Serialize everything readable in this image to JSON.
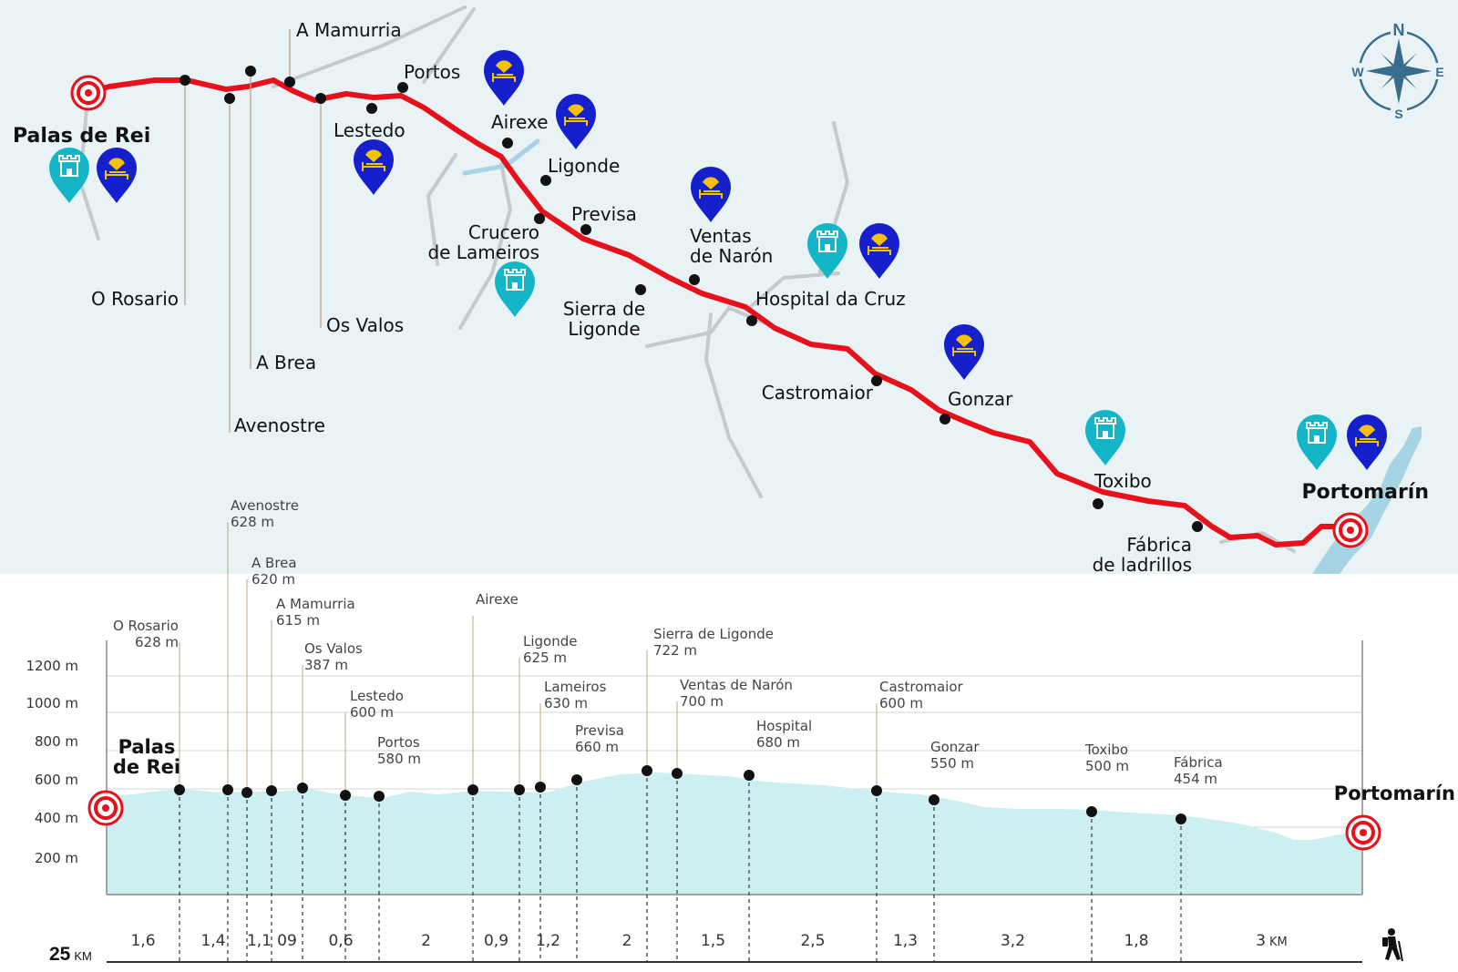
{
  "map": {
    "start": "Palas de Rei",
    "end": "Portomarín",
    "compass": {
      "n": "N",
      "e": "E",
      "s": "S",
      "w": "W"
    },
    "places": [
      {
        "id": "o-rosario",
        "label": "O Rosario"
      },
      {
        "id": "avenostre",
        "label": "Avenostre"
      },
      {
        "id": "a-brea",
        "label": "A Brea"
      },
      {
        "id": "a-mamurria",
        "label": "A Mamurria"
      },
      {
        "id": "os-valos",
        "label": "Os Valos"
      },
      {
        "id": "lestedo",
        "label": "Lestedo"
      },
      {
        "id": "portos",
        "label": "Portos"
      },
      {
        "id": "airexe",
        "label": "Airexe"
      },
      {
        "id": "ligonde",
        "label": "Ligonde"
      },
      {
        "id": "crucero",
        "label": "Crucero de Lameiros"
      },
      {
        "id": "previsa",
        "label": "Previsa"
      },
      {
        "id": "sierra",
        "label": "Sierra de Ligonde"
      },
      {
        "id": "ventas",
        "label": "Ventas de Narón"
      },
      {
        "id": "hospital",
        "label": "Hospital da Cruz"
      },
      {
        "id": "castromaior",
        "label": "Castromaior"
      },
      {
        "id": "gonzar",
        "label": "Gonzar"
      },
      {
        "id": "toxibo",
        "label": "Toxibo"
      },
      {
        "id": "fabrica",
        "label": "Fábrica de ladrillos"
      }
    ],
    "pins": [
      {
        "kind": "monument-icon"
      },
      {
        "kind": "albergue-icon"
      },
      {
        "kind": "albergue-icon"
      },
      {
        "kind": "albergue-icon"
      },
      {
        "kind": "albergue-icon"
      },
      {
        "kind": "monument-icon"
      },
      {
        "kind": "albergue-icon"
      },
      {
        "kind": "monument-icon"
      },
      {
        "kind": "albergue-icon"
      },
      {
        "kind": "albergue-icon"
      },
      {
        "kind": "monument-icon"
      },
      {
        "kind": "monument-icon"
      },
      {
        "kind": "albergue-icon"
      }
    ]
  },
  "profile": {
    "start": "Palas de Rei",
    "end": "Portomarín",
    "y_axis": [
      "1200 m",
      "1000 m",
      "800 m",
      "600 m",
      "400 m",
      "200 m"
    ],
    "points": [
      {
        "name": "O Rosario",
        "elev": "628 m"
      },
      {
        "name": "Avenostre",
        "elev": "628 m"
      },
      {
        "name": "A Brea",
        "elev": "620 m"
      },
      {
        "name": "A Mamurria",
        "elev": "615 m"
      },
      {
        "name": "Os Valos",
        "elev": "387 m"
      },
      {
        "name": "Lestedo",
        "elev": "600 m"
      },
      {
        "name": "Portos",
        "elev": "580 m"
      },
      {
        "name": "Airexe",
        "elev": ""
      },
      {
        "name": "Ligonde",
        "elev": "625 m"
      },
      {
        "name": "Lameiros",
        "elev": "630 m"
      },
      {
        "name": "Previsa",
        "elev": "660 m"
      },
      {
        "name": "Sierra de Ligonde",
        "elev": "722 m"
      },
      {
        "name": "Ventas de Narón",
        "elev": "700 m"
      },
      {
        "name": "Hospital",
        "elev": "680 m"
      },
      {
        "name": "Castromaior",
        "elev": "600 m"
      },
      {
        "name": "Gonzar",
        "elev": "550 m"
      },
      {
        "name": "Toxibo",
        "elev": "500 m"
      },
      {
        "name": "Fábrica",
        "elev": "454 m"
      }
    ],
    "segments": [
      "1,6",
      "1,4",
      "1,1",
      "09",
      "0,6",
      "2",
      "0,9",
      "1,2",
      "2",
      "1,5",
      "2,5",
      "1,3",
      "3,2",
      "1,8",
      "3"
    ],
    "segment_unit": "KM",
    "total": "25",
    "total_unit": "KM"
  },
  "colors": {
    "route": "#e8101a",
    "sea": "#e9f3f6",
    "profile_fill": "#cdeff2",
    "pin_blue": "#1520cc",
    "pin_teal": "#15b5c8",
    "shell": "#f5c200"
  }
}
